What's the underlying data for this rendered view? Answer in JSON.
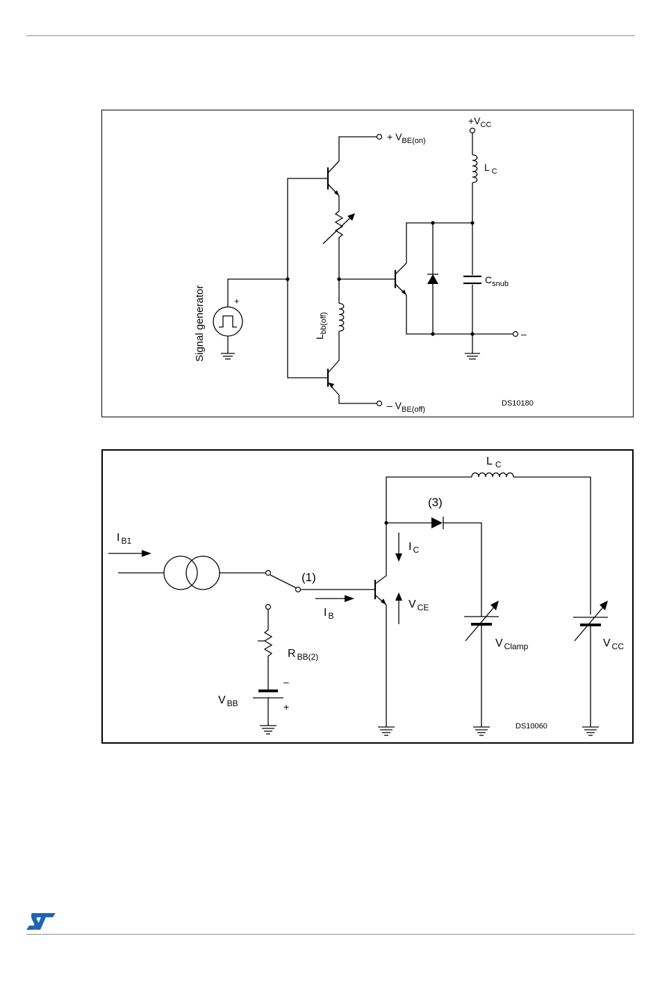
{
  "figure1": {
    "labels": {
      "vbe_on": "+ V",
      "vbe_on_sub": "BE(on)",
      "vcc": "+V",
      "vcc_sub": "CC",
      "lc": "L",
      "lc_sub": "C",
      "csnub": "C",
      "csnub_sub": "snub",
      "lbb": "L",
      "lbb_sub": "bb(off)",
      "signal_generator": "Signal generator",
      "plus": "+",
      "minus_out": "–",
      "vbe_off": "– V",
      "vbe_off_sub": "BE(off)",
      "code": "DS10180"
    }
  },
  "figure2": {
    "labels": {
      "lc": "L",
      "lc_sub": "C",
      "num3": "(3)",
      "ib1": "I",
      "ib1_sub": "B1",
      "num1": "(1)",
      "ic": "I",
      "ic_sub": "C",
      "vce": "V",
      "vce_sub": "CE",
      "ib": "I",
      "ib_sub": "B",
      "rbb": "R",
      "rbb_sub": "BB(2)",
      "minus": "–",
      "plus": "+",
      "vbb": "V",
      "vbb_sub": "BB",
      "vclamp": "V",
      "vclamp_sub": "Clamp",
      "vcc": "V",
      "vcc_sub": "CC",
      "code": "DS10060"
    }
  },
  "logo": {
    "name": "st-logo"
  }
}
